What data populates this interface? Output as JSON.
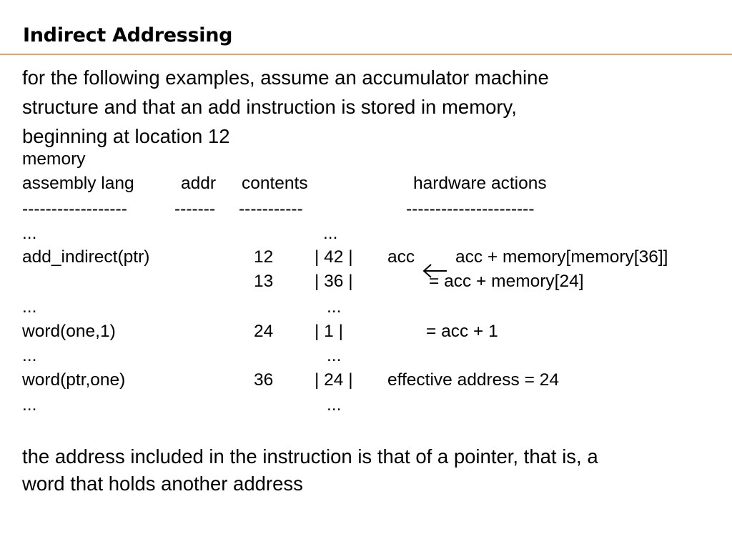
{
  "slide": {
    "title": "Indirect Addressing",
    "intro_lines": [
      "for the following examples, assume an accumulator machine",
      "structure and that an add instruction is stored in memory,",
      "beginning at location 12"
    ],
    "table": {
      "caption": "memory",
      "headers": {
        "asm": "assembly lang",
        "addr": "addr",
        "contents": "contents",
        "actions": "hardware actions"
      },
      "dashes": {
        "asm": "------------------",
        "addr": "-------",
        "contents": "-----------",
        "actions": "----------------------"
      },
      "rows": [
        {
          "asm": "...",
          "contents": "..."
        },
        {
          "asm": "add_indirect(ptr)",
          "addr": "12",
          "contents": "| 42 |",
          "action_a": "acc",
          "action_b": "acc + memory[memory[36]]"
        },
        {
          "addr": "13",
          "contents": "| 36 |",
          "action_b": "= acc + memory[24]"
        },
        {
          "asm": "...",
          "contents": "..."
        },
        {
          "asm": "word(one,1)",
          "addr": "24",
          "contents": "| 1 |",
          "action_b": "= acc + 1"
        },
        {
          "asm": "...",
          "contents": "..."
        },
        {
          "asm": "word(ptr,one)",
          "addr": "36",
          "contents": "| 24 |",
          "action_a": "effective address = 24"
        },
        {
          "asm": "...",
          "contents": "..."
        }
      ]
    },
    "outro_lines": [
      "the address included in the instruction is that of a pointer, that is, a",
      "word that holds another address"
    ],
    "arrow_icon": "left-arrow-icon"
  }
}
